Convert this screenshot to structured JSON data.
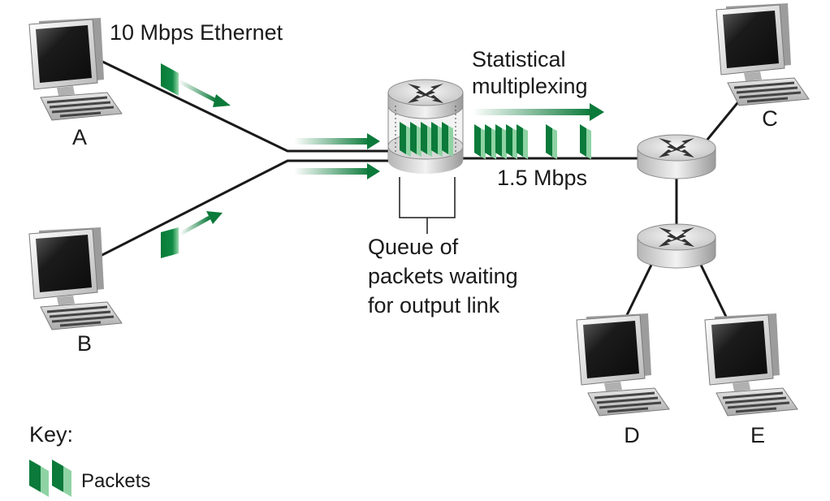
{
  "labels": {
    "ethernet": "10 Mbps Ethernet",
    "mux_line1": "Statistical",
    "mux_line2": "multiplexing",
    "link_rate": "1.5 Mbps",
    "queue_line1": "Queue of",
    "queue_line2": "packets waiting",
    "queue_line3": "for output link",
    "key": "Key:",
    "packets": "Packets"
  },
  "hosts": [
    {
      "id": "A",
      "label": "A"
    },
    {
      "id": "B",
      "label": "B"
    },
    {
      "id": "C",
      "label": "C"
    },
    {
      "id": "D",
      "label": "D"
    },
    {
      "id": "E",
      "label": "E"
    }
  ],
  "colors": {
    "packet_dark": "#0b7a3a",
    "packet_light": "#8fd3a4",
    "line": "#1a1a1a",
    "router_body": "#d6d6d6",
    "router_edge": "#8a8a8a",
    "screen": "#2a2a2a"
  },
  "icons": {
    "router": "router-icon",
    "host": "desktop-computer-icon",
    "packet": "packet-icon",
    "arrow": "flow-arrow-icon"
  }
}
